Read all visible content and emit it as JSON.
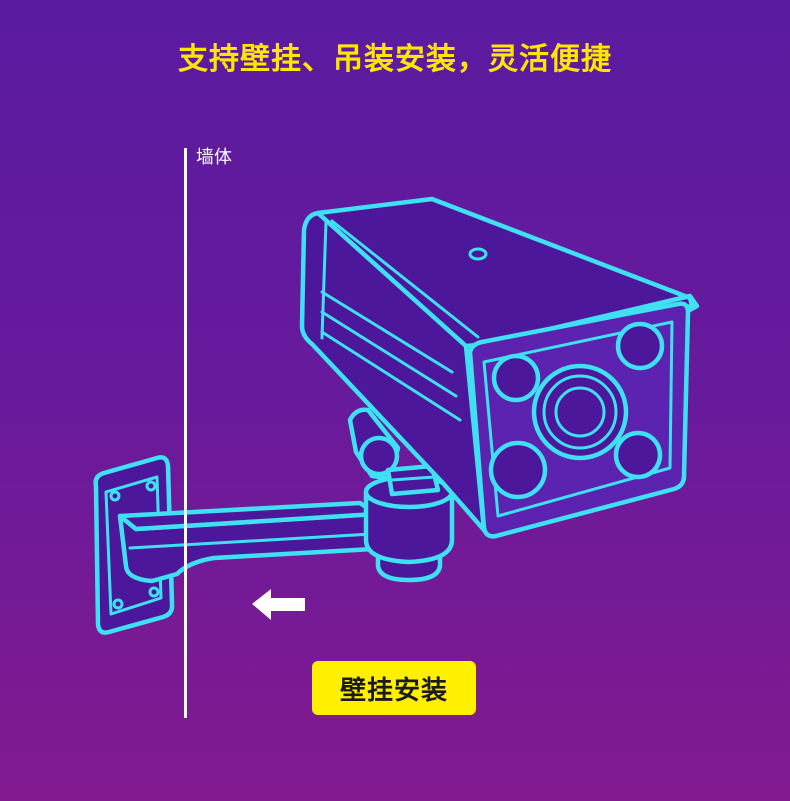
{
  "title": "支持壁挂、吊装安装，灵活便捷",
  "wall_label": "墙体",
  "mode_button": {
    "label": "壁挂安装"
  },
  "illustration": {
    "subject_icon": "bullet-camera-icon",
    "mount_icon": "wall-mount-bracket-icon",
    "direction_icon": "left-arrow-icon"
  },
  "colors": {
    "background_top": "#5a1ba0",
    "background_bottom": "#821a8f",
    "title": "#ffe600",
    "outline": "#3fe0f2",
    "button": "#fff000",
    "button_text": "#1b1b1b",
    "wall_line": "#ffffff"
  }
}
